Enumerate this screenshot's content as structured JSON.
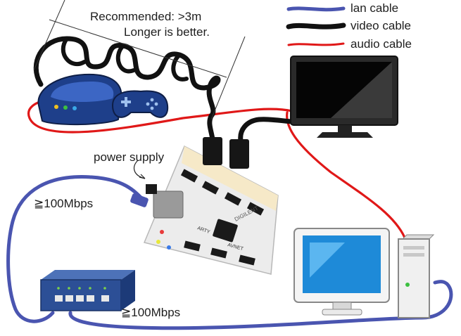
{
  "legend": {
    "lan": {
      "label": "lan cable",
      "color": "#4a55b0"
    },
    "video": {
      "label": "video cable",
      "color": "#111111"
    },
    "audio": {
      "label": "audio cable",
      "color": "#e01818"
    }
  },
  "annotations": {
    "cable_length_line1": "Recommended: >3m",
    "cable_length_line2": "Longer is better.",
    "power_supply": "power supply",
    "speed_board": "≧100Mbps",
    "speed_switch": "≧100Mbps"
  },
  "board": {
    "brand_text": "DIGILENT",
    "partner_text": "AVNET",
    "model_text": "ARTY"
  }
}
